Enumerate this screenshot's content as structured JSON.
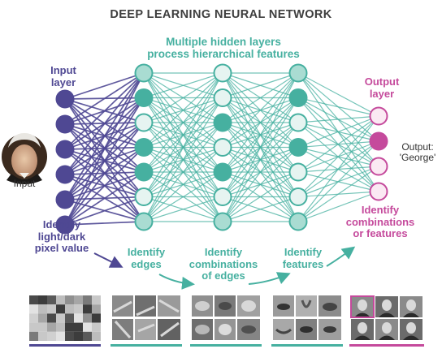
{
  "title": "DEEP LEARNING NEURAL NETWORK",
  "hidden_header": "Multiple hidden layers\nprocess hierarchical features",
  "input_header": "Input\nlayer",
  "output_header": "Output\nlayer",
  "input_caption": "Input",
  "output_caption": "Output:\n'George'",
  "stage_labels": {
    "pixel": "Identify\nlight/dark\npixel value",
    "edges": "Identify\nedges",
    "combinations": "Identify\ncombinations\nof edges",
    "features": "Identify\nfeatures",
    "output": "Identify\ncombinations\nor features"
  },
  "colors": {
    "input": "#4f4893",
    "hidden": "#46b0a0",
    "output": "#c54a9c",
    "title": "#3d3d3d"
  },
  "network": {
    "layers": [
      {
        "name": "input",
        "nodes": 6
      },
      {
        "name": "hidden-1",
        "nodes": 7
      },
      {
        "name": "hidden-2",
        "nodes": 7
      },
      {
        "name": "hidden-3",
        "nodes": 7
      },
      {
        "name": "output",
        "nodes": 4
      }
    ],
    "active_output_node": 2
  },
  "icons": [
    "portrait-image",
    "pixel-grid-image",
    "edges-image",
    "edge-combinations-image",
    "features-image",
    "faces-image"
  ]
}
